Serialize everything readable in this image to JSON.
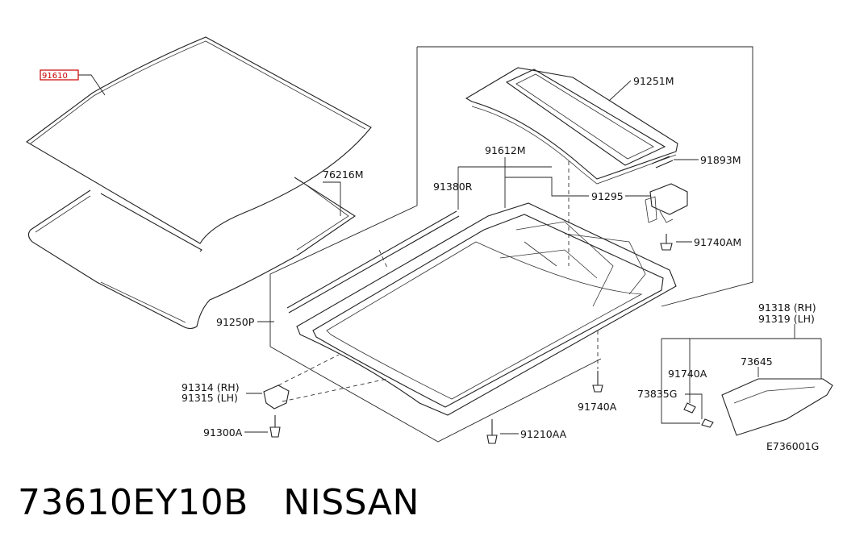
{
  "labels": {
    "highlighted": "91610",
    "glass_molding": "76216M",
    "lid_assembly": "91251M",
    "drain_hose": "91893M",
    "guide_rail": "91612M",
    "frame_seal": "91380R",
    "motor": "91295",
    "motor_bolt": "91740AM",
    "frame": "91250P",
    "bracket_rh": "91318 (RH)",
    "bracket_lh": "91319 (LH)",
    "clip": "73645",
    "screw_a": "91740A",
    "screw_center": "91740A",
    "grommet": "73835G",
    "mount_rh": "91314 (RH)",
    "mount_lh": "91315 (LH)",
    "mount_bolt": "91300A",
    "frame_bolt": "91210AA",
    "diagram_code": "E736001G"
  },
  "caption": {
    "part_number": "73610EY10B",
    "brand": "NISSAN"
  },
  "colors": {
    "highlight": "#cc0000",
    "line": "#222222"
  }
}
